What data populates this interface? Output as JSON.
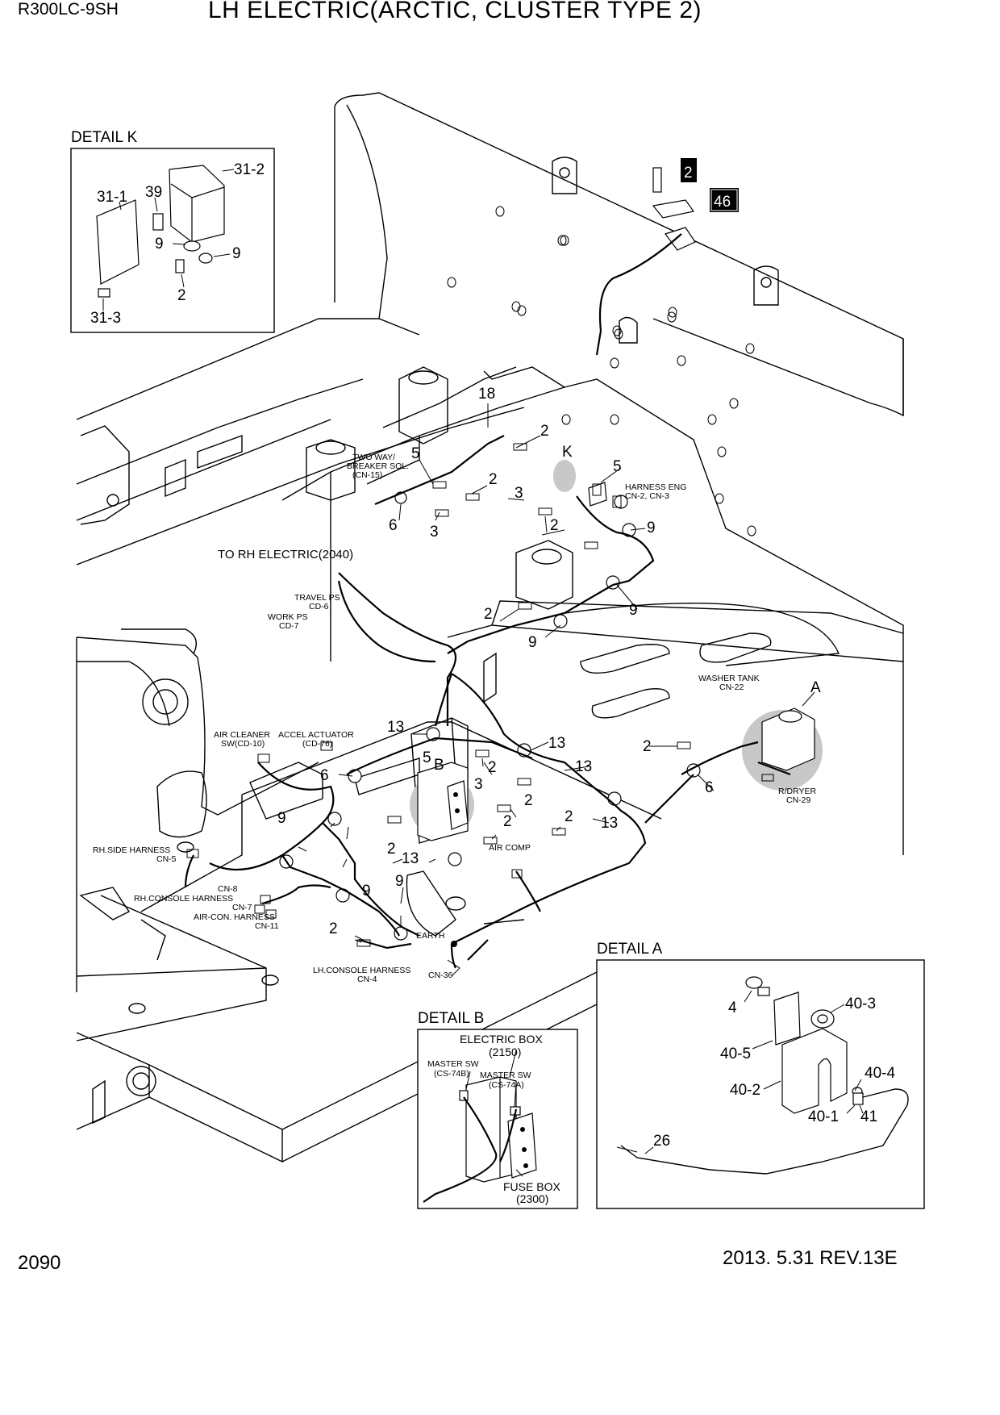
{
  "header": {
    "model": "R300LC-9SH",
    "title": "LH ELECTRIC(ARCTIC, CLUSTER TYPE 2)"
  },
  "footer": {
    "page_number": "2090",
    "revision": "2013. 5.31  REV.13E"
  },
  "details": {
    "k": {
      "title": "DETAIL K",
      "callouts": [
        "31-2",
        "31-1",
        "39",
        "9",
        "9",
        "2",
        "31-3"
      ]
    },
    "a": {
      "title": "DETAIL A",
      "callouts": [
        "4",
        "40-3",
        "40-5",
        "40-2",
        "40-4",
        "40-1",
        "41",
        "26"
      ]
    },
    "b": {
      "title": "DETAIL B",
      "labels": [
        "ELECTRIC BOX",
        "(2150)",
        "MASTER SW",
        "(CS-74B)",
        "MASTER SW",
        "(CS-74A)",
        "FUSE BOX",
        "(2300)"
      ]
    }
  },
  "boxed_callouts": [
    "2",
    "46"
  ],
  "callouts": [
    "18",
    "5",
    "2",
    "K",
    "5",
    "2",
    "3",
    "6",
    "3",
    "2",
    "9",
    "2",
    "9",
    "9",
    "13",
    "13",
    "5",
    "B",
    "2",
    "3",
    "2",
    "6",
    "13",
    "2",
    "A",
    "2",
    "6",
    "13",
    "2",
    "2",
    "13",
    "9",
    "9",
    "9",
    "2"
  ],
  "labels": [
    [
      "TWO WAY/",
      "BREAKER SOL.",
      "(CN-15)"
    ],
    [
      "HARNESS ENG",
      "CN-2, CN-3"
    ],
    [
      "TO RH ELECTRIC(2040)"
    ],
    [
      "TRAVEL PS",
      "CD-6"
    ],
    [
      "WORK PS",
      "CD-7"
    ],
    [
      "WASHER TANK",
      "CN-22"
    ],
    [
      "AIR CLEANER",
      "SW(CD-10)"
    ],
    [
      "ACCEL ACTUATOR",
      "(CD-76)"
    ],
    [
      "R/DRYER",
      "CN-29"
    ],
    [
      "AIR COMP"
    ],
    [
      "RH.SIDE HARNESS",
      "CN-5"
    ],
    [
      "CN-8"
    ],
    [
      "RH.CONSOLE HARNESS",
      "CN-7"
    ],
    [
      "AIR-CON. HARNESS",
      "CN-11"
    ],
    [
      "EARTH"
    ],
    [
      "LH.CONSOLE HARNESS",
      "CN-4"
    ],
    [
      "CN-36"
    ]
  ]
}
